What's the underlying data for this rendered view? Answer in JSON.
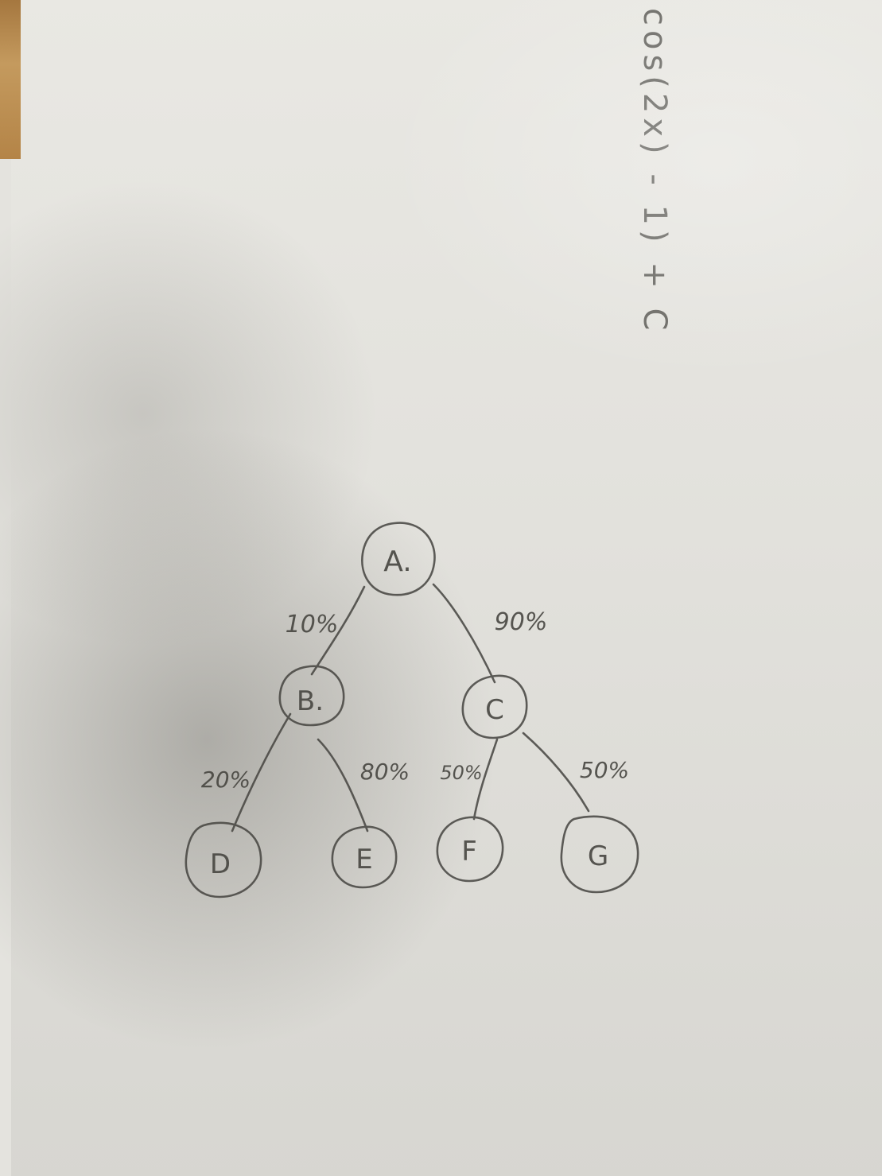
{
  "formula": "cos(2x) - 1) + C",
  "nodes": [
    {
      "id": "A",
      "label": "A."
    },
    {
      "id": "B",
      "label": "B."
    },
    {
      "id": "C",
      "label": "C"
    },
    {
      "id": "D",
      "label": "D"
    },
    {
      "id": "E",
      "label": "E"
    },
    {
      "id": "F",
      "label": "F"
    },
    {
      "id": "G",
      "label": "G"
    }
  ],
  "edges": [
    {
      "from": "A",
      "to": "B",
      "label": "10%"
    },
    {
      "from": "A",
      "to": "C",
      "label": "90%"
    },
    {
      "from": "B",
      "to": "D",
      "label": "20%"
    },
    {
      "from": "B",
      "to": "E",
      "label": "80%"
    },
    {
      "from": "C",
      "to": "F",
      "label": "50%"
    },
    {
      "from": "C",
      "to": "G",
      "label": "50%"
    }
  ],
  "colors": {
    "pencil": "#5b5a56",
    "paper": "#e6e5e0"
  }
}
